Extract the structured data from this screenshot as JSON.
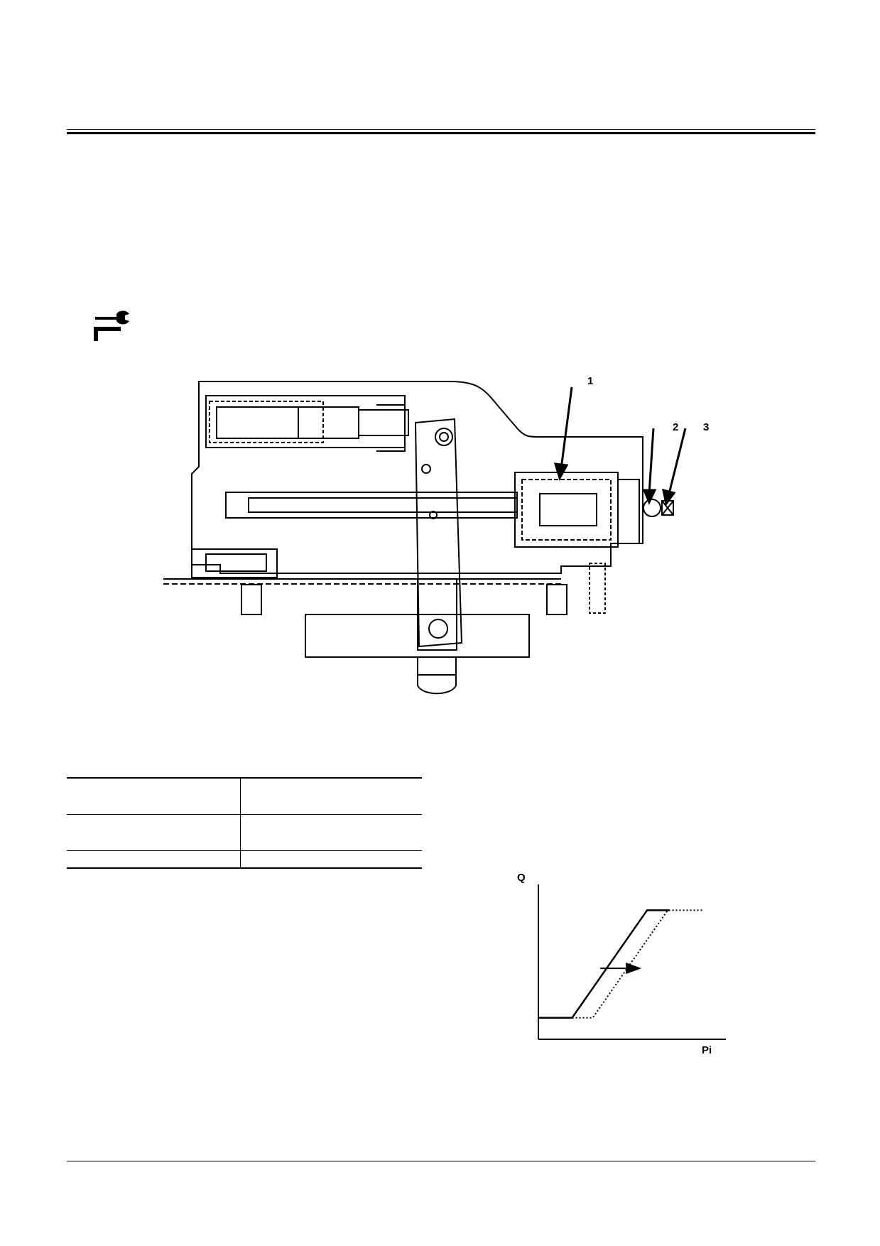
{
  "figure": {
    "callouts": [
      "1",
      "2",
      "3"
    ]
  },
  "chart_data": {
    "type": "line",
    "title": "",
    "xlabel": "Pi",
    "ylabel": "Q",
    "x_axis_label_position": "right-below",
    "grid": false,
    "legend": "none",
    "series": [
      {
        "style": "solid",
        "points": [
          [
            0,
            10
          ],
          [
            18,
            10
          ],
          [
            58,
            60
          ],
          [
            70,
            60
          ]
        ]
      },
      {
        "style": "dotted",
        "points": [
          [
            18,
            10
          ],
          [
            29,
            10
          ],
          [
            69,
            60
          ],
          [
            88,
            60
          ]
        ]
      }
    ],
    "annotation": {
      "type": "arrow",
      "direction": "right",
      "from": [
        33,
        33
      ],
      "to": [
        55,
        33
      ]
    },
    "xlim": [
      0,
      100
    ],
    "ylim": [
      0,
      72
    ]
  }
}
